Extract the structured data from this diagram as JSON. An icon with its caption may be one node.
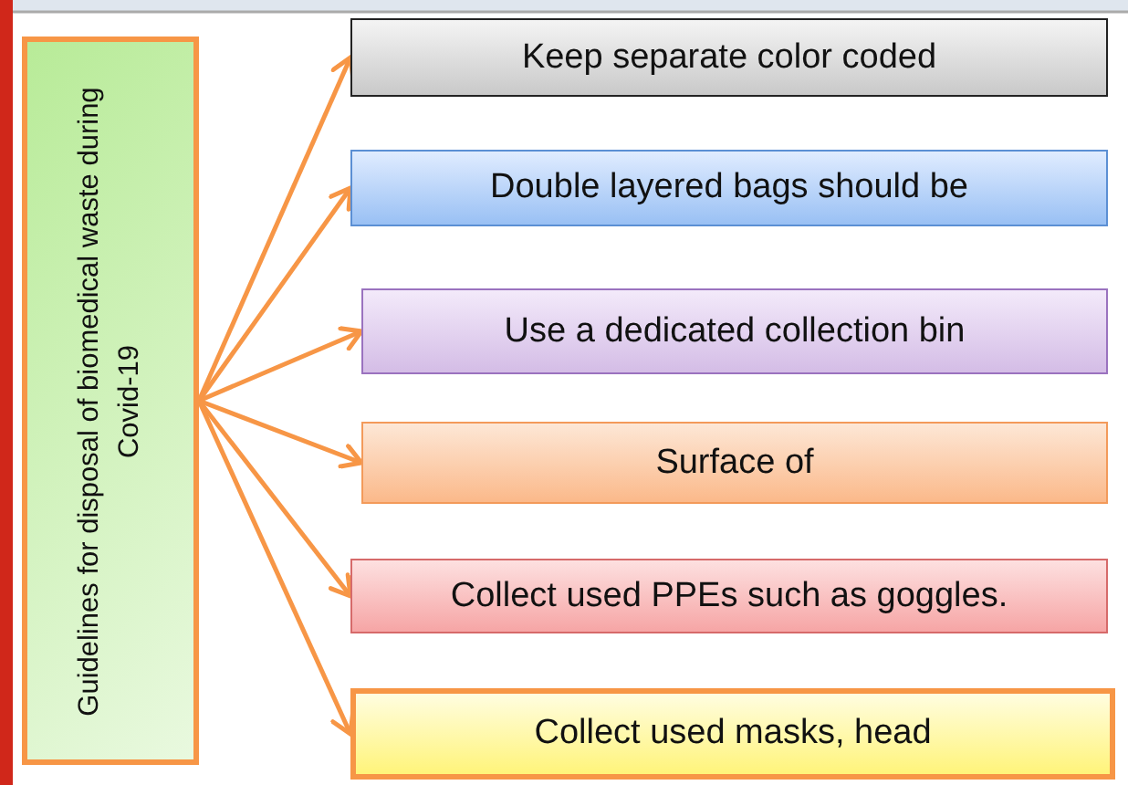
{
  "diagram": {
    "nodes": [
      {
        "text": [
          "Guidelines for disposal of biomedical waste during Covid-19"
        ]
      },
      {
        "text": [
          "Keep separate color coded"
        ]
      },
      {
        "text": [
          "Double layered bags should be"
        ]
      },
      {
        "text": [
          "Use a dedicated collection bin"
        ]
      },
      {
        "text": [
          "Surface of"
        ]
      },
      {
        "text": [
          "Collect used PPEs such as goggles."
        ]
      },
      {
        "text": [
          "Collect used masks, head"
        ]
      }
    ],
    "edges": [
      {
        "from": 0,
        "to": 1,
        "arrow": "to"
      },
      {
        "from": 0,
        "to": 2,
        "arrow": "to"
      },
      {
        "from": 0,
        "to": 3,
        "arrow": "to"
      },
      {
        "from": 0,
        "to": 4,
        "arrow": "to"
      },
      {
        "from": 0,
        "to": 5,
        "arrow": "to"
      },
      {
        "from": 0,
        "to": 6,
        "arrow": "to"
      }
    ]
  }
}
